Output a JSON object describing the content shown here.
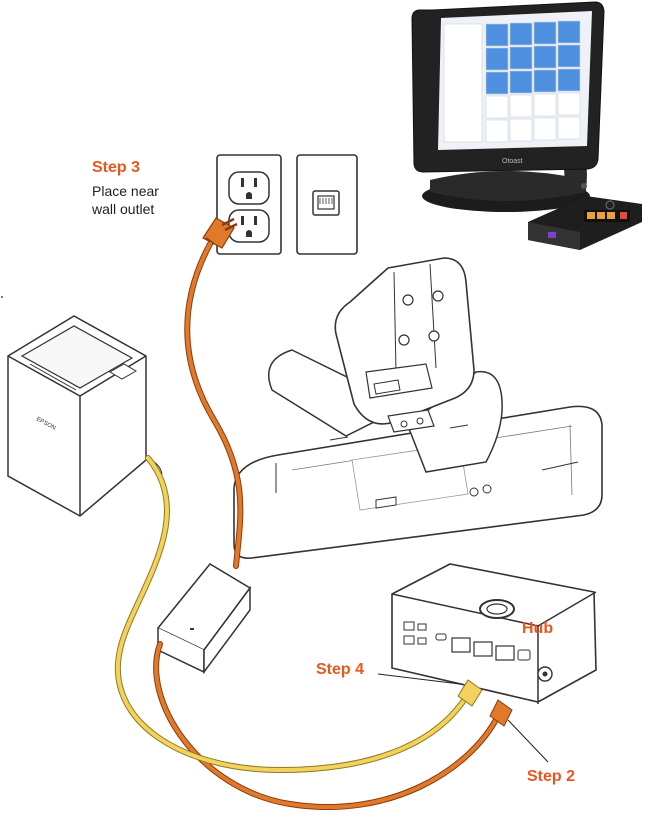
{
  "labels": {
    "step3_title": "Step 3",
    "step3_desc_line1": "Place near",
    "step3_desc_line2": "wall outlet",
    "step4_title": "Step 4",
    "step2_title": "Step 2",
    "hub_label": "Hub",
    "printer_brand": "EPSON",
    "terminal_brand": "Otoast"
  },
  "colors": {
    "accent": "#e8571e",
    "power_cable": "#e07a2a",
    "ethernet_cable": "#f2d15c",
    "terminal_screen_blue": "#4f8fe0",
    "outline": "#3a3a3a"
  },
  "terminal_screen": {
    "tiles": [
      "",
      "",
      "",
      "",
      "",
      "",
      "",
      "",
      "",
      "",
      "",
      "",
      "",
      "",
      "",
      "",
      "",
      "",
      "",
      ""
    ]
  }
}
